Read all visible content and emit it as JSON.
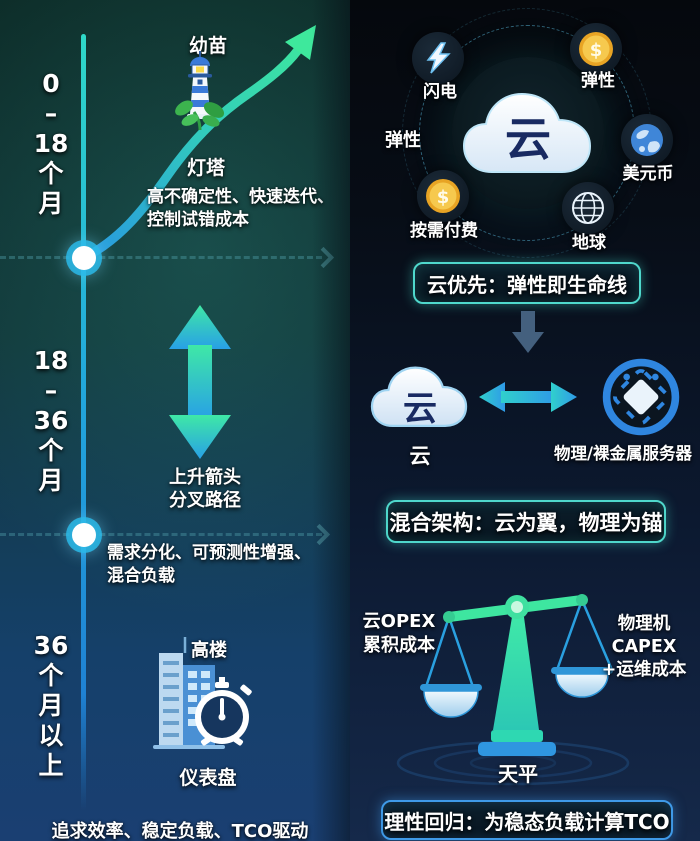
{
  "left_panel": {
    "period1": {
      "lines": [
        "0",
        "–",
        "18",
        "个",
        "月"
      ]
    },
    "period2": {
      "lines": [
        "18",
        "–",
        "36",
        "个",
        "月"
      ]
    },
    "period3": {
      "lines": [
        "36",
        "个",
        "月",
        "以",
        "上"
      ]
    },
    "stage1": {
      "icon_caption_top": "幼苗",
      "icon_caption_bottom": "灯塔",
      "desc1": "高不确定性、快速迭代、",
      "desc2": "控制试错成本"
    },
    "stage2": {
      "arrow_caption1": "上升箭头",
      "arrow_caption2": "分叉路径",
      "desc1": "需求分化、可预测性增强、",
      "desc2": "混合负载"
    },
    "stage3": {
      "icon_caption_top": "高楼",
      "icon_caption_bottom": "仪表盘"
    },
    "footer": "追求效率、稳定负载、TCO驱动"
  },
  "right_panel": {
    "orbit": {
      "center": "云",
      "coin_symbol": "$",
      "lightning_label": "闪电",
      "coin_tr_label": "弹性",
      "float_label": "弹性",
      "globe_label": "美元币",
      "coin_bl_label": "按需付费",
      "earth_label": "地球"
    },
    "banner_cloud_first": "云优先：弹性即生命线",
    "hybrid": {
      "cloud_label": "云",
      "server_label": "物理/裸金属服务器"
    },
    "banner_hybrid": "混合架构：云为翼，物理为锚",
    "scale": {
      "left_label1": "云OPEX",
      "left_label2": "累积成本",
      "right_label1": "物理机CAPEX",
      "right_label2": "+运维成本",
      "caption": "天平"
    },
    "banner_tco": "理性回归：为稳态负载计算TCO"
  },
  "colors": {
    "accent_green": "#3ce6a0",
    "accent_cyan": "#2aa8e6",
    "teal_border": "#4fd8cc",
    "blue_border": "#3f9ae8",
    "coin_gold": "#f2b52c",
    "left_bg_top": "#0d2d29",
    "left_bg_bottom": "#1a3f72",
    "right_bg_top": "#05080d",
    "right_bg_bottom": "#15294a"
  }
}
